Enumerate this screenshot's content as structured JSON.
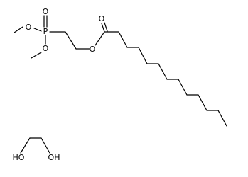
{
  "structure": {
    "bond_color": "#000000",
    "background": "#ffffff",
    "atom_labels": {
      "phosphorus": "P",
      "phosphoryl_oxygen": "O",
      "methoxy_oxygen_upper": "O",
      "methoxy_oxygen_lower": "O",
      "ester_oxygen": "O",
      "carbonyl_oxygen": "O",
      "hydroxyl_left": "HO",
      "hydroxyl_right": "OH"
    }
  }
}
